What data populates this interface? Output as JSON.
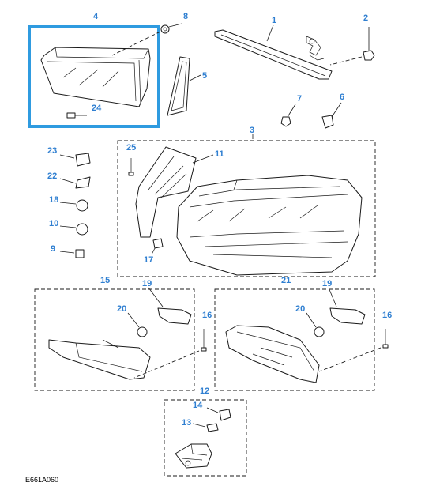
{
  "diagram": {
    "code": "E661A060",
    "highlight_color": "#2f9be0",
    "callout_color": "#2f7fd1",
    "callouts": {
      "c1": "1",
      "c2": "2",
      "c3": "3",
      "c4": "4",
      "c5": "5",
      "c6": "6",
      "c7": "7",
      "c8": "8",
      "c10": "10",
      "c11": "11",
      "c12": "12",
      "c13": "13",
      "c14": "14",
      "c15": "15",
      "c16a": "16",
      "c16b": "16",
      "c17": "17",
      "c18": "18",
      "c19a": "19",
      "c19b": "19",
      "c20a": "20",
      "c20b": "20",
      "c21": "21",
      "c22": "22",
      "c23": "23",
      "c24": "24",
      "c25": "25",
      "c9": "9"
    }
  }
}
